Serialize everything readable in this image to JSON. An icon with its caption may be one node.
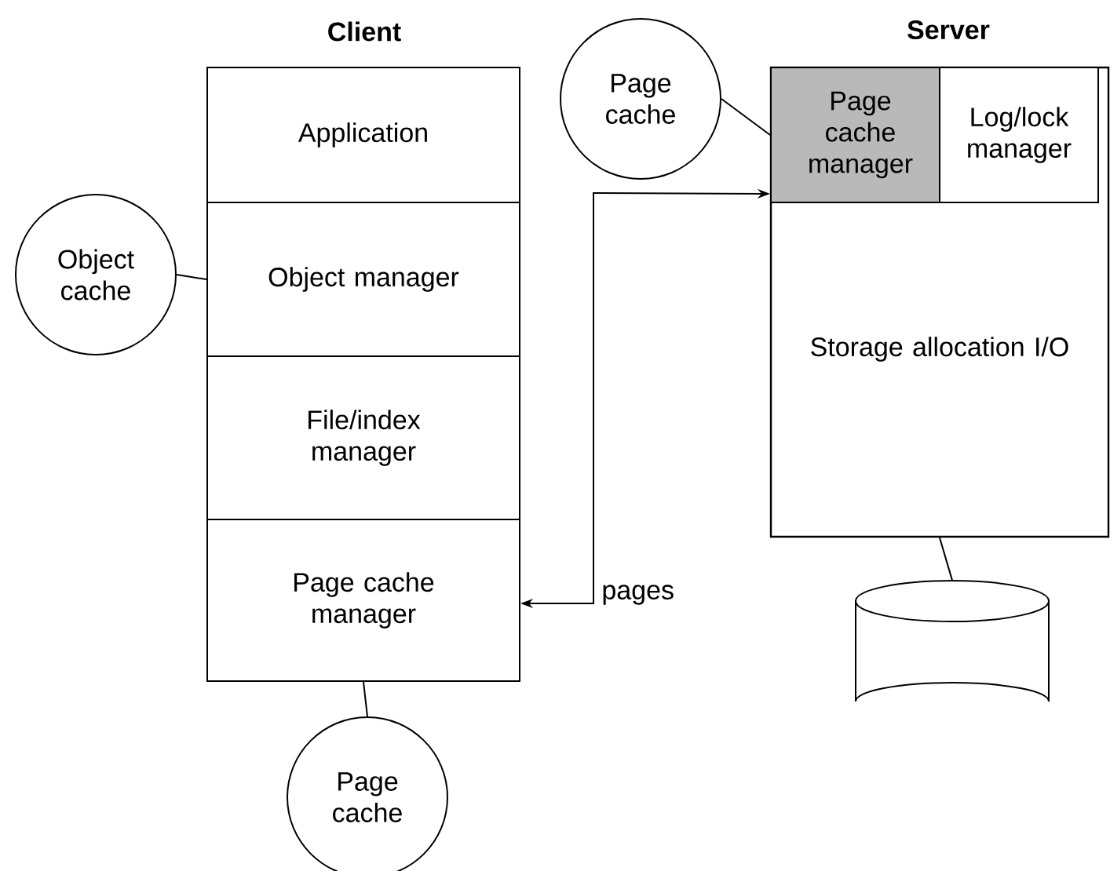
{
  "diagram": {
    "nodes": [
      {
        "text": [
          "Application"
        ]
      },
      {
        "text": [
          "Object manager"
        ]
      },
      {
        "text": [
          "File/index manager"
        ]
      },
      {
        "text": [
          "Page cache manager"
        ]
      },
      {
        "text": [
          "Object cache"
        ]
      },
      {
        "text": [
          "Page cache"
        ]
      },
      {
        "text": [
          "Page cache"
        ]
      },
      {
        "text": [
          "Storage allocation I/O"
        ]
      },
      {
        "text": [
          "Page cache manager"
        ],
        "in": 7
      },
      {
        "text": [
          "Log/lock manager"
        ],
        "in": 7
      },
      {
        "text": [],
        "shape": "cylinder"
      }
    ],
    "edges": [
      {
        "from": 4,
        "to": 1,
        "arrow": "none"
      },
      {
        "from": 3,
        "to": 5,
        "arrow": "none"
      },
      {
        "from": 6,
        "to": 8,
        "arrow": "none"
      },
      {
        "from": 3,
        "to": 8,
        "arrow": "both",
        "label": "pages"
      },
      {
        "from": 7,
        "to": 10,
        "arrow": "none"
      }
    ],
    "labels": [
      "Client",
      "Server"
    ]
  }
}
